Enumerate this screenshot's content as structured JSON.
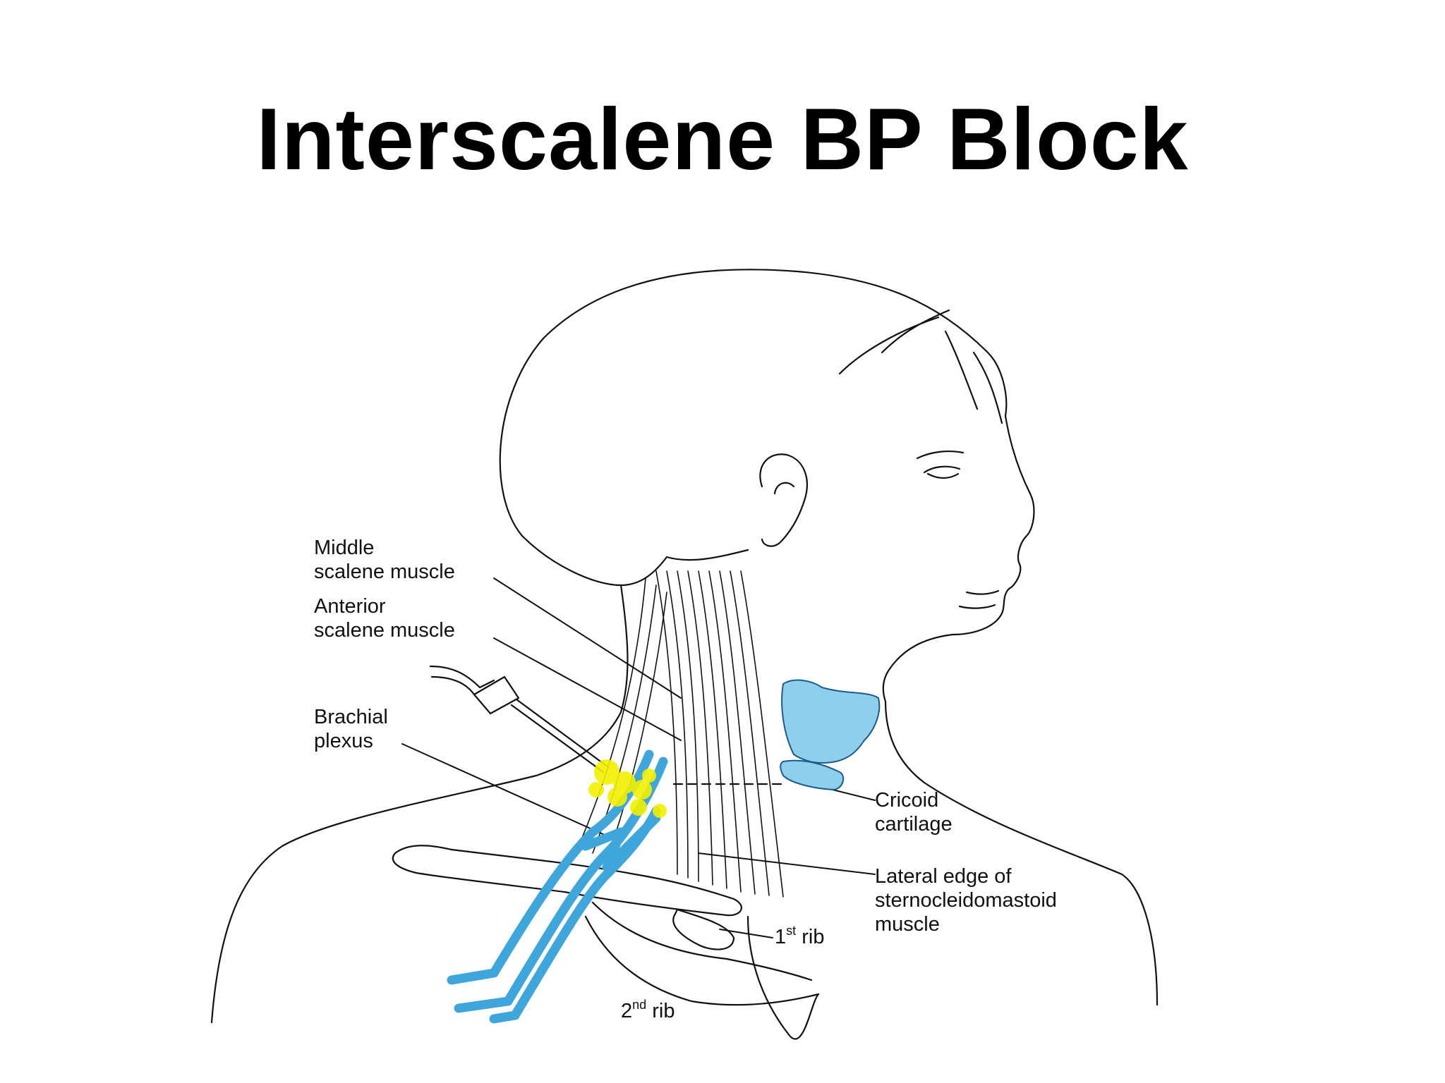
{
  "slide": {
    "title": "Interscalene BP Block"
  },
  "labels": {
    "middle_scalene": [
      "Middle",
      "scalene muscle"
    ],
    "anterior_scalene": [
      "Anterior",
      "scalene muscle"
    ],
    "brachial_plexus": [
      "Brachial",
      "plexus"
    ],
    "cricoid": [
      "Cricoid",
      "cartilage"
    ],
    "sternocleidomastoid": [
      "Lateral edge of",
      "sternocleidomastoid",
      "muscle"
    ],
    "first_rib": {
      "base": "1",
      "sup": "st",
      "rest": " rib"
    },
    "second_rib": {
      "base": "2",
      "sup": "nd",
      "rest": " rib"
    }
  },
  "colors": {
    "nerve": "#3fa6dc",
    "cartilage": "#8ecfee",
    "injectate": "#f2f000",
    "line": "#111111"
  }
}
